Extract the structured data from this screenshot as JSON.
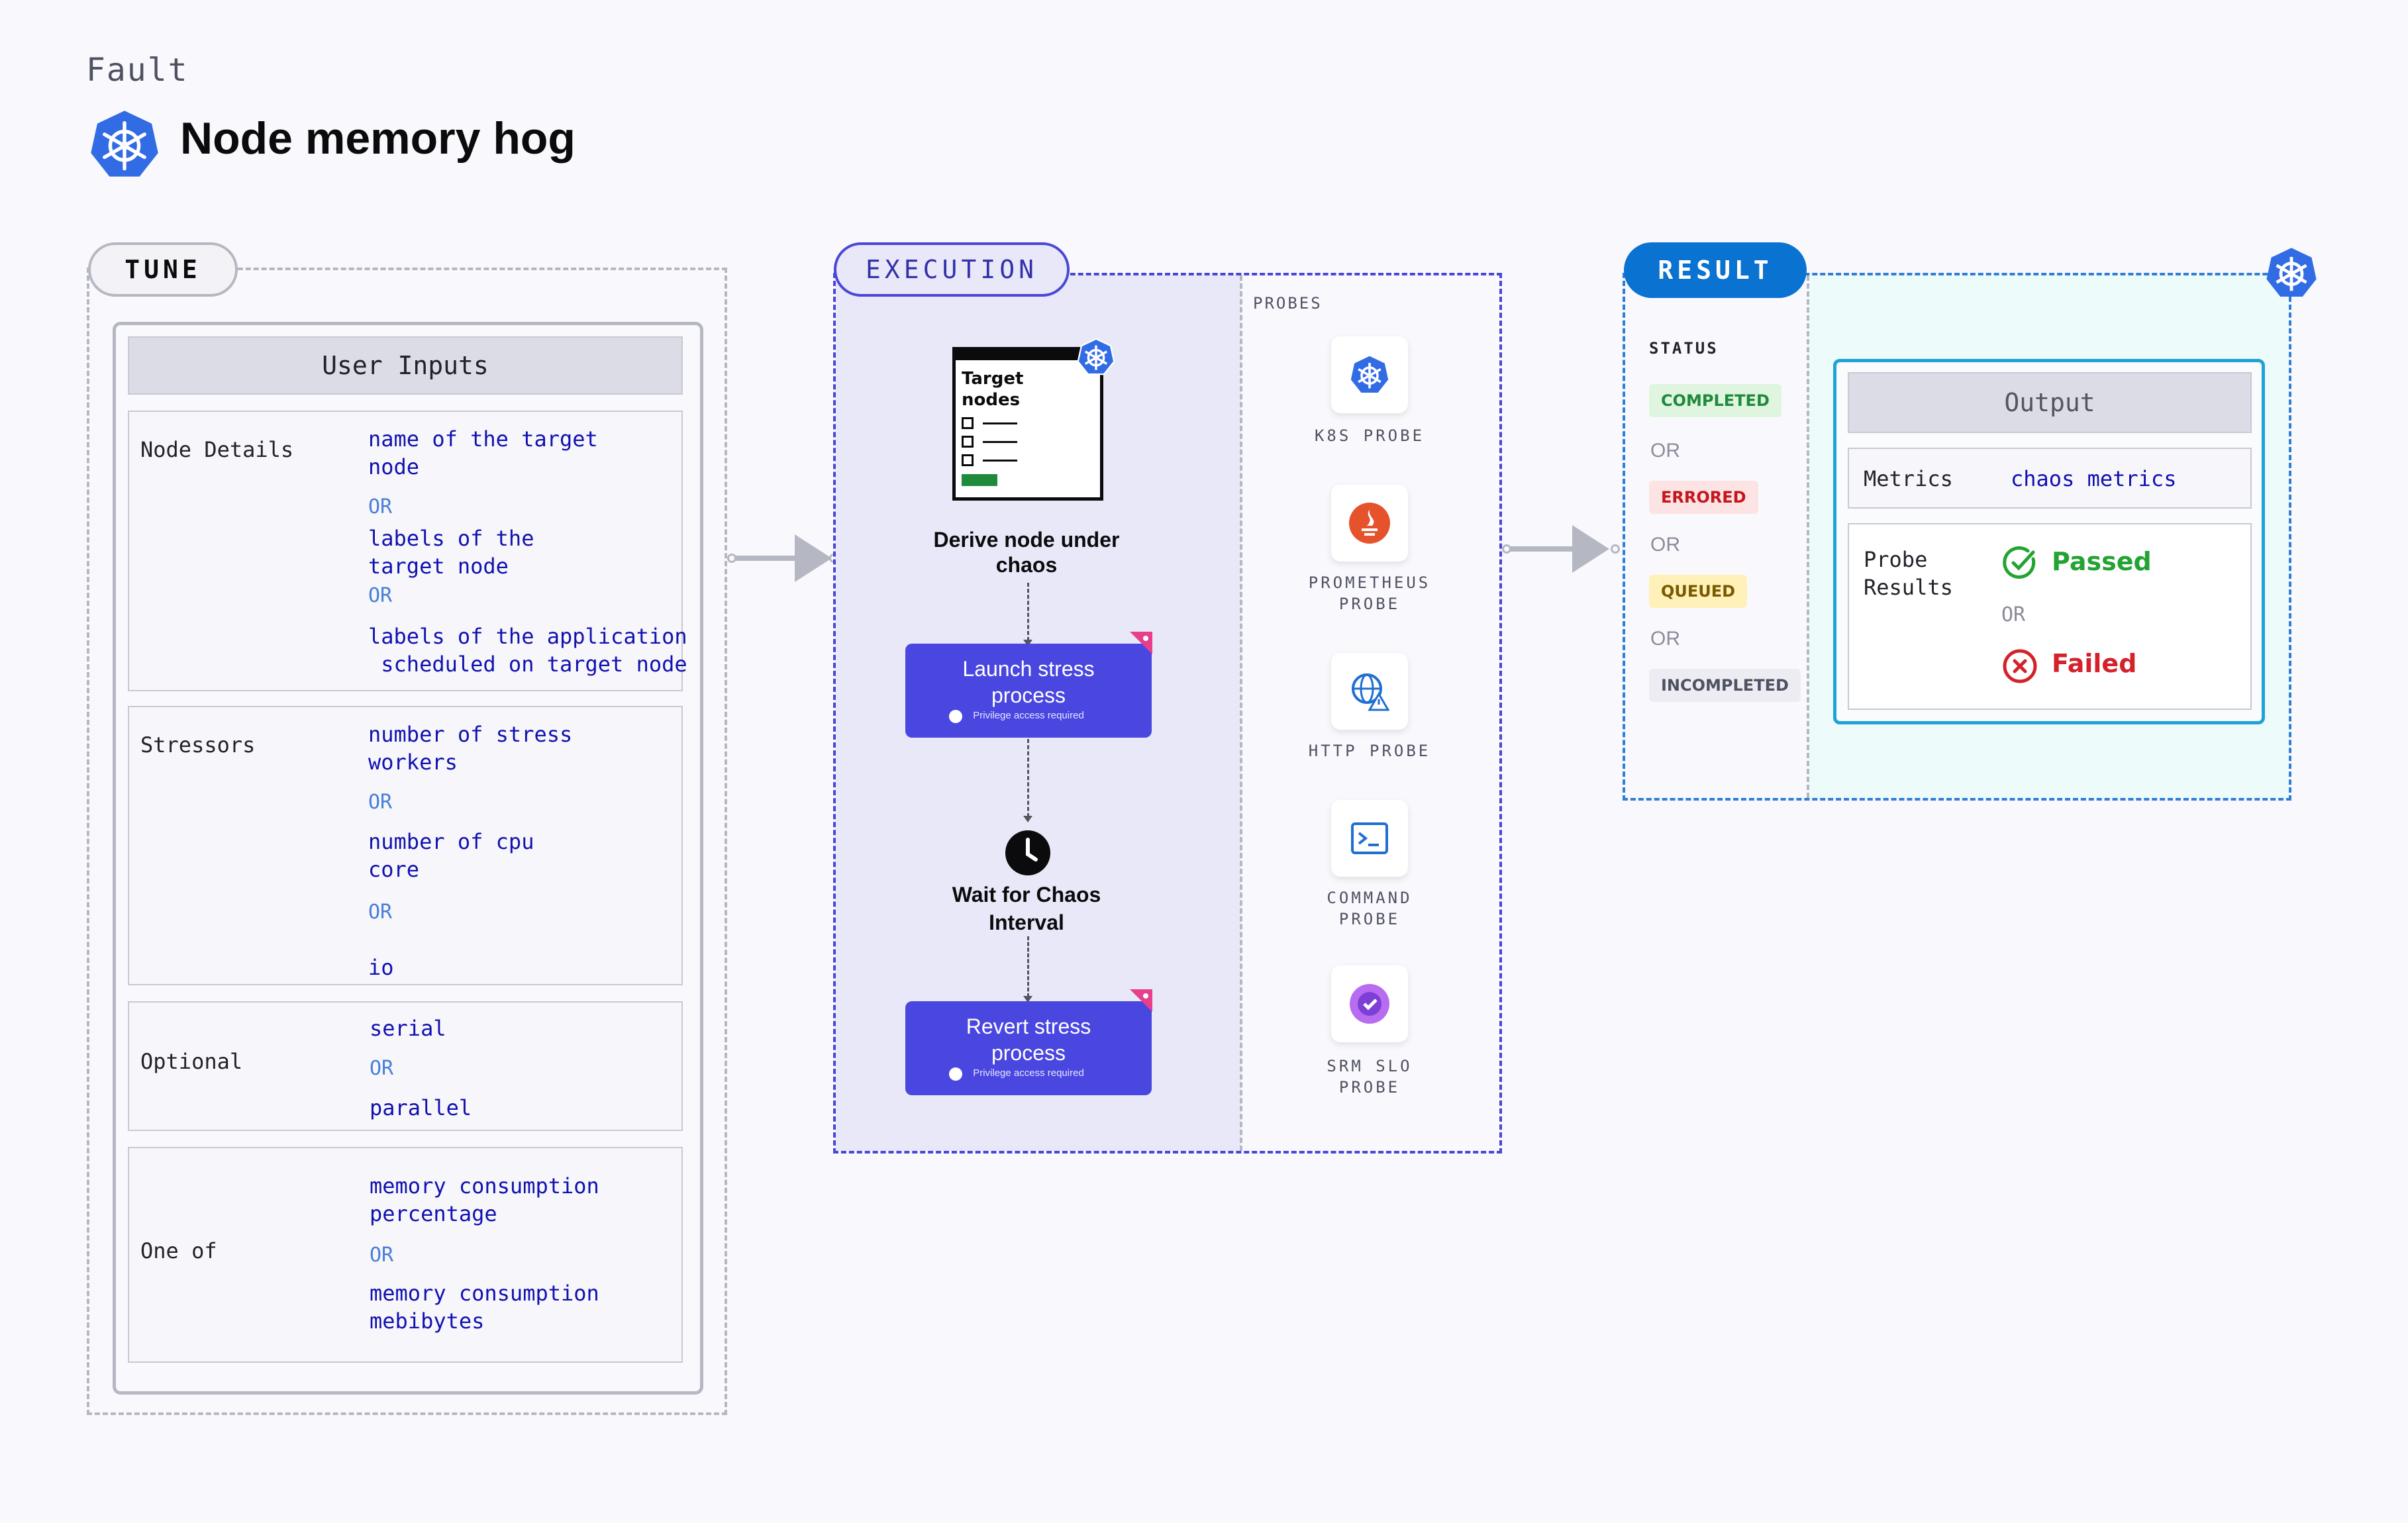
{
  "header": {
    "category": "Fault",
    "title": "Node memory hog",
    "logo_icon": "kubernetes-icon"
  },
  "tune": {
    "pill": "TUNE",
    "user_inputs_title": "User Inputs",
    "groups": [
      {
        "label": "Node Details",
        "options": [
          "name of the target\nnode",
          "labels of the\ntarget node",
          "labels of the application\n scheduled on target node"
        ],
        "separator": "OR"
      },
      {
        "label": "Stressors",
        "options": [
          "number of stress\nworkers",
          "number of cpu\ncore",
          "io"
        ],
        "separator": "OR"
      },
      {
        "label": "Optional",
        "options": [
          "serial",
          "parallel"
        ],
        "separator": "OR"
      },
      {
        "label": "One of",
        "options": [
          "memory consumption\npercentage",
          "memory consumption\nmebibytes"
        ],
        "separator": "OR"
      }
    ]
  },
  "execution": {
    "pill": "EXECUTION",
    "target_card": {
      "title": "Target\nnodes"
    },
    "steps": {
      "derive": "Derive node under\nchaos",
      "launch": "Launch stress\nprocess",
      "wait": "Wait for Chaos\nInterval",
      "revert": "Revert stress\nprocess",
      "privilege_note": "Privilege access required"
    },
    "probes_label": "PROBES",
    "probes": [
      {
        "label": "K8S PROBE",
        "icon": "kubernetes-icon"
      },
      {
        "label": "PROMETHEUS\nPROBE",
        "icon": "prometheus-icon"
      },
      {
        "label": "HTTP PROBE",
        "icon": "globe-warning-icon"
      },
      {
        "label": "COMMAND\nPROBE",
        "icon": "terminal-icon"
      },
      {
        "label": "SRM SLO\nPROBE",
        "icon": "srm-slo-icon"
      }
    ]
  },
  "result": {
    "pill": "RESULT",
    "status_label": "STATUS",
    "statuses": [
      {
        "text": "COMPLETED",
        "color": "#1f8a3b",
        "bg": "#dff5df"
      },
      {
        "text": "ERRORED",
        "color": "#c4161c",
        "bg": "#fde3e3"
      },
      {
        "text": "QUEUED",
        "color": "#7a5a00",
        "bg": "#fff1b8"
      },
      {
        "text": "INCOMPLETED",
        "color": "#4f5162",
        "bg": "#ececf2"
      }
    ],
    "or": "OR",
    "output": {
      "title": "Output",
      "metrics_label": "Metrics",
      "metrics_value": "chaos metrics",
      "probe_results_label": "Probe\nResults",
      "passed": "Passed",
      "failed": "Failed",
      "or": "OR"
    }
  },
  "colors": {
    "execution_accent": "#4a47e0",
    "result_accent": "#0a72d1",
    "passed": "#22a332",
    "failed": "#d4222b"
  }
}
